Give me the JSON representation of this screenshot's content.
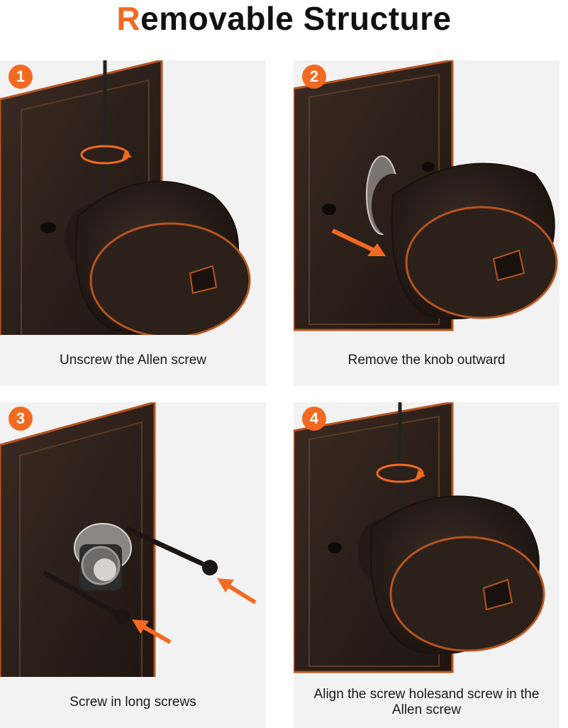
{
  "title": {
    "first_letter": "R",
    "rest": "emovable Structure"
  },
  "colors": {
    "accent": "#f26a21",
    "bronze": "#2a1d17",
    "copper_edge": "#b8541f"
  },
  "steps": [
    {
      "number": "1",
      "caption": "Unscrew the Allen screw"
    },
    {
      "number": "2",
      "caption": "Remove the knob outward"
    },
    {
      "number": "3",
      "caption": "Screw in long screws"
    },
    {
      "number": "4",
      "caption": "Align the screw holesand screw in the Allen screw"
    }
  ]
}
